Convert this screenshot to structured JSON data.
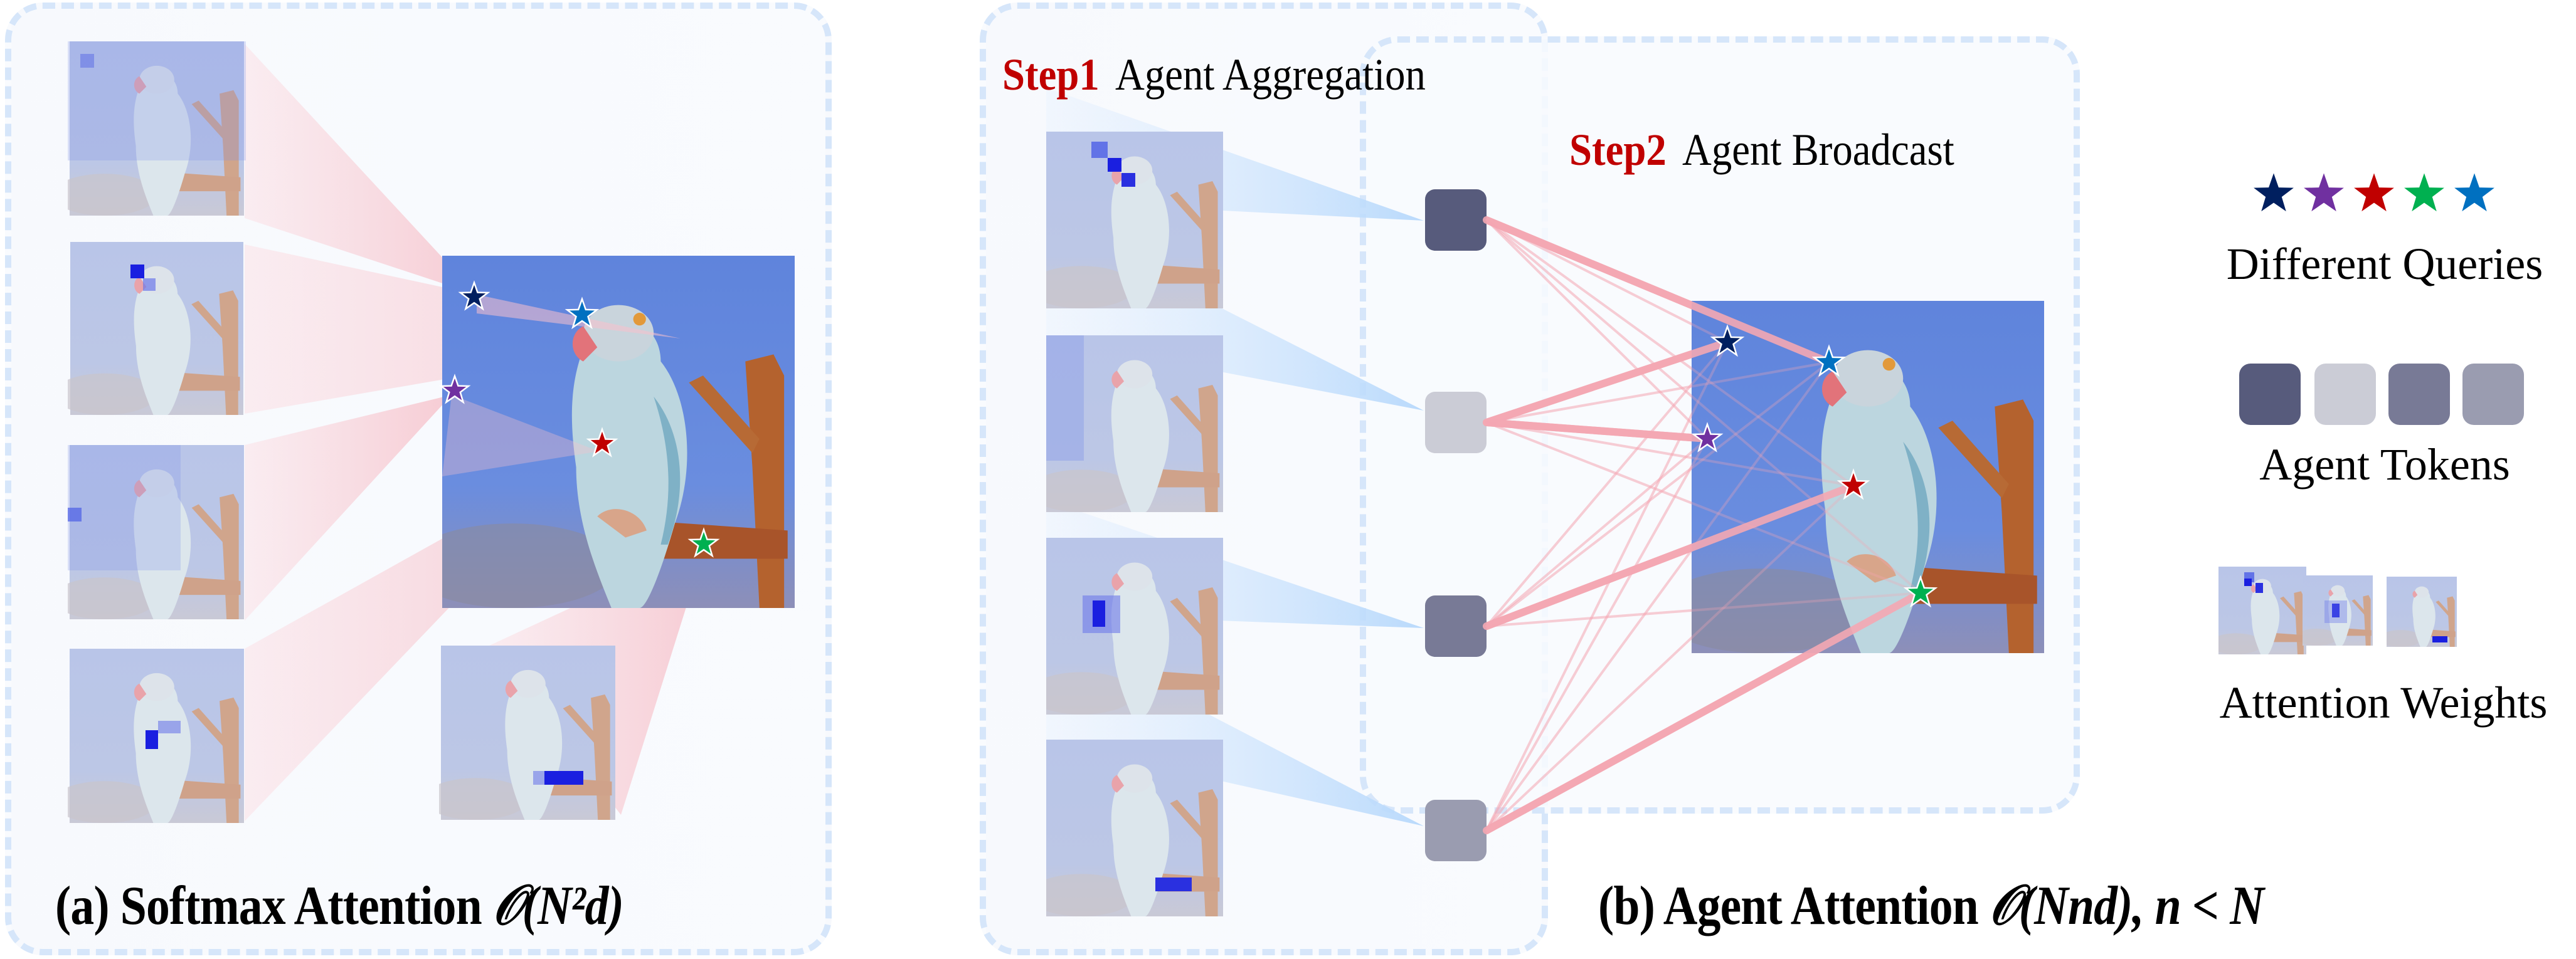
{
  "panel_a": {
    "caption_prefix": "(a) Softmax Attention ",
    "caption_math": "𝒪(N²d)",
    "attention_maps": [
      {
        "highlight": "background / sky region"
      },
      {
        "highlight": "bird head"
      },
      {
        "highlight": "background left region"
      },
      {
        "highlight": "bird body"
      },
      {
        "highlight": "branch"
      }
    ]
  },
  "panel_b": {
    "caption_prefix": "(b) Agent Attention ",
    "caption_math": "𝒪(Nnd), n < N",
    "step1": {
      "num": "Step1",
      "label": "Agent Aggregation"
    },
    "step2": {
      "num": "Step2",
      "label": "Agent Broadcast"
    }
  },
  "legend": {
    "queries_label": "Different Queries",
    "tokens_label": "Agent Tokens",
    "weights_label": "Attention Weights"
  },
  "colors": {
    "query_stars": [
      "#001f5f",
      "#7030a0",
      "#c00000",
      "#00b050",
      "#0070c0"
    ],
    "agent_tokens": [
      "#575b7c",
      "#cbccd6",
      "#787a96",
      "#9a9cb0"
    ],
    "step_accent": "#c00000",
    "panel_border": "#d6e6fa",
    "attention_line": "#f4a7b3",
    "aggregation_fan": "#bcdcfc"
  }
}
